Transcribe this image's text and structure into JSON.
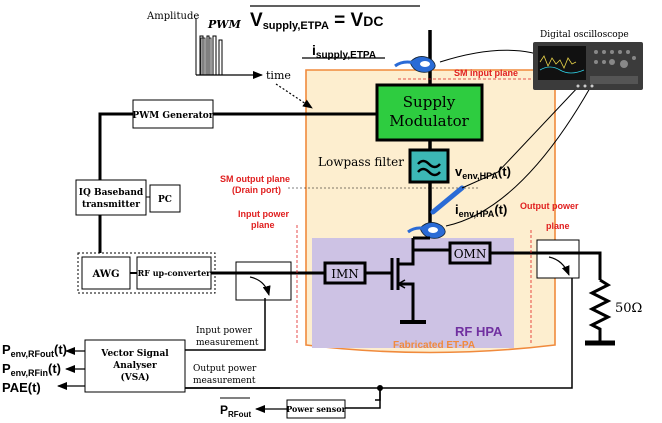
{
  "pwm": {
    "axis_y": "Amplitude",
    "axis_x": "time",
    "label": "PWM"
  },
  "supply": {
    "title": "V",
    "title_sub": "supply,ETPA",
    "title_eq": " = V",
    "title_eq_sub": "DC",
    "current": "i",
    "current_sub": "supply,ETPA"
  },
  "planes": {
    "sm_input": "SM input plane",
    "sm_output": "SM output plane",
    "drain_port": "(Drain port)",
    "input_power": [
      "Input power",
      "plane"
    ],
    "output_power": [
      "Output power",
      "plane"
    ]
  },
  "blocks": {
    "pwm_generator": "PWM Generator",
    "supply_modulator": [
      "Supply",
      "Modulator"
    ],
    "lowpass": "Lowpass filter",
    "iq": [
      "IQ Baseband",
      "transmitter"
    ],
    "pc": "PC",
    "awg": "AWG",
    "upconverter": "RF up-converter",
    "imn": "IMN",
    "omn": "OMN",
    "rf_hpa": "RF HPA",
    "fabricated": "Fabricated ET-PA",
    "vsa": [
      "Vector Signal",
      "Analyser",
      "(VSA)"
    ],
    "power_sensor": "Power sensor",
    "oscilloscope": "Digital oscilloscope",
    "load": "50Ω"
  },
  "signals": {
    "v_env": "v",
    "v_env_sub": "env,HPA",
    "v_env_arg": "(t)",
    "i_env": "i",
    "i_env_sub": "env,HPA",
    "i_env_arg": "(t)",
    "input_meas": [
      "Input power",
      "measurement"
    ],
    "output_meas": [
      "Output power",
      "measurement"
    ],
    "p_rfout": "P",
    "p_rfout_sub": "env,RFout",
    "p_rfout_arg": "(t)",
    "p_rfin": "P",
    "p_rfin_sub": "env,RFin",
    "p_rfin_arg": "(t)",
    "pae": "PAE(t)",
    "p_avg": "P",
    "p_avg_sub": "RFout"
  },
  "colors": {
    "fabricated_fill": "#fdeecf",
    "fabricated_border": "#f08a3c",
    "hpa_fill": "#cdc2e4",
    "hpa_text": "#7030a0",
    "green": "#2ecc40",
    "teal": "#3cb7b5",
    "red": "#e02020",
    "probe": "#2a6bd6"
  }
}
